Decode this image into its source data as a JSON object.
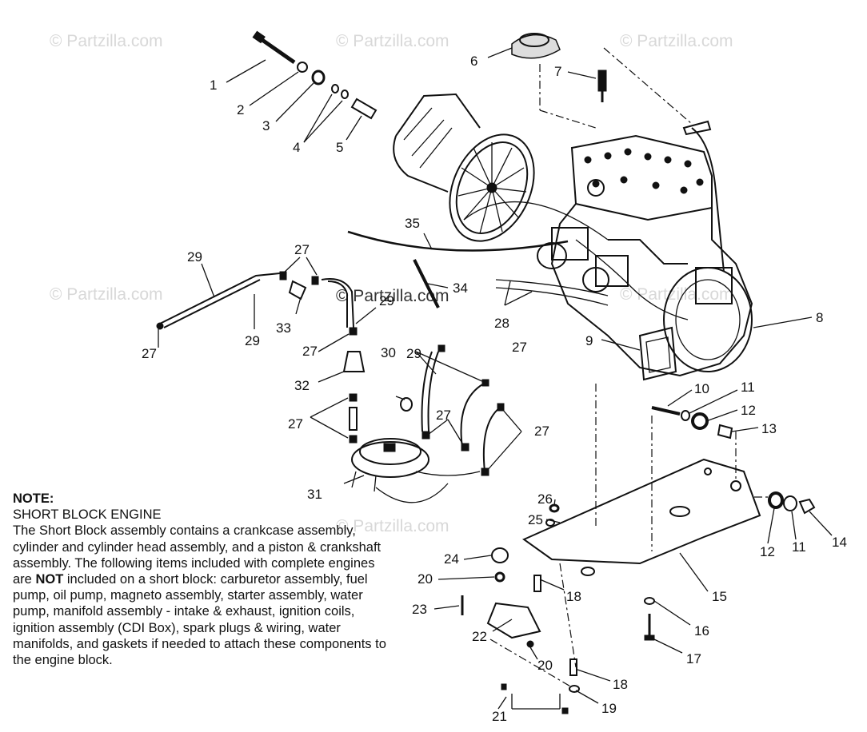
{
  "watermark": "© Partzilla.com",
  "callouts": [
    {
      "id": "c1",
      "label": "1"
    },
    {
      "id": "c2",
      "label": "2"
    },
    {
      "id": "c3",
      "label": "3"
    },
    {
      "id": "c4",
      "label": "4"
    },
    {
      "id": "c5",
      "label": "5"
    },
    {
      "id": "c6",
      "label": "6"
    },
    {
      "id": "c7",
      "label": "7"
    },
    {
      "id": "c8",
      "label": "8"
    },
    {
      "id": "c9",
      "label": "9"
    },
    {
      "id": "c10",
      "label": "10"
    },
    {
      "id": "c11a",
      "label": "11"
    },
    {
      "id": "c12a",
      "label": "12"
    },
    {
      "id": "c13",
      "label": "13"
    },
    {
      "id": "c12b",
      "label": "12"
    },
    {
      "id": "c11b",
      "label": "11"
    },
    {
      "id": "c14",
      "label": "14"
    },
    {
      "id": "c15",
      "label": "15"
    },
    {
      "id": "c16",
      "label": "16"
    },
    {
      "id": "c17",
      "label": "17"
    },
    {
      "id": "c18a",
      "label": "18"
    },
    {
      "id": "c18b",
      "label": "18"
    },
    {
      "id": "c19",
      "label": "19"
    },
    {
      "id": "c20a",
      "label": "20"
    },
    {
      "id": "c20b",
      "label": "20"
    },
    {
      "id": "c21",
      "label": "21"
    },
    {
      "id": "c22",
      "label": "22"
    },
    {
      "id": "c23",
      "label": "23"
    },
    {
      "id": "c24",
      "label": "24"
    },
    {
      "id": "c25",
      "label": "25"
    },
    {
      "id": "c26",
      "label": "26"
    },
    {
      "id": "c27a",
      "label": "27"
    },
    {
      "id": "c27b",
      "label": "27"
    },
    {
      "id": "c27c",
      "label": "27"
    },
    {
      "id": "c27d",
      "label": "27"
    },
    {
      "id": "c27e",
      "label": "27"
    },
    {
      "id": "c27f",
      "label": "27"
    },
    {
      "id": "c27g",
      "label": "27"
    },
    {
      "id": "c28",
      "label": "28"
    },
    {
      "id": "c29a",
      "label": "29"
    },
    {
      "id": "c29b",
      "label": "29"
    },
    {
      "id": "c29c",
      "label": "29"
    },
    {
      "id": "c29d",
      "label": "29"
    },
    {
      "id": "c30",
      "label": "30"
    },
    {
      "id": "c31",
      "label": "31"
    },
    {
      "id": "c32",
      "label": "32"
    },
    {
      "id": "c33",
      "label": "33"
    },
    {
      "id": "c34",
      "label": "34"
    },
    {
      "id": "c35",
      "label": "35"
    }
  ],
  "note": {
    "heading": "NOTE:",
    "subheading": "SHORT BLOCK ENGINE",
    "para1": "The Short Block assembly contains a crankcase assembly, cylinder and cylinder head assembly, and a piston & crankshaft assembly.  The following items included with complete engines are",
    "bold": "NOT",
    "para2": " included on a short block:  carburetor assembly, fuel pump, oil pump, magneto assembly, starter assembly, water pump, manifold assembly - intake & exhaust, ignition coils, ignition assembly (CDI Box), spark plugs & wiring, water manifolds, and gaskets if needed to attach these components to the engine block."
  }
}
